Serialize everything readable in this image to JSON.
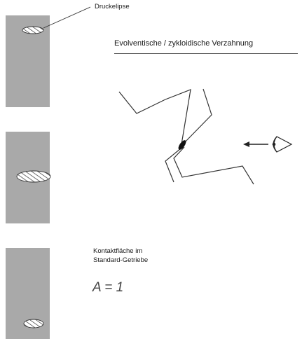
{
  "labels": {
    "pressure_ellipse": "Druckelipse",
    "title": "Evolventische / zykloidische Verzahnung",
    "contact_line1": "Kontaktfläche im",
    "contact_line2": "Standard-Getriebe",
    "formula": "A = 1"
  },
  "colors": {
    "tooth_fill": "#a9a9a9",
    "line": "#333333",
    "text": "#1a1a1a"
  },
  "icons": [
    "hatched-ellipse-icon",
    "gear-tooth-icon",
    "arrow-left-icon",
    "eye-icon"
  ]
}
